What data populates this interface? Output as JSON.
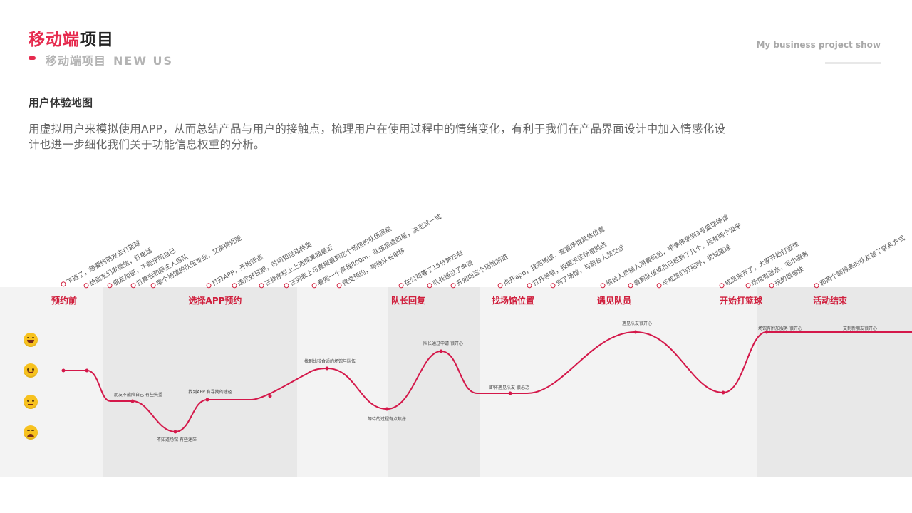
{
  "header": {
    "title_accent": "移动端",
    "title_rest": "项目",
    "subtitle_cn": "移动端项目",
    "subtitle_en": "NEW US",
    "right_text": "My business project show"
  },
  "section": {
    "title": "用户体验地图",
    "description": "用虚拟用户来模拟使用APP，从而总结产品与用户的接触点，梳理用户在使用过程中的情绪变化，有利于我们在产品界面设计中加入情感化设计也进一步细化我们关于功能信息权重的分析。"
  },
  "colors": {
    "accent": "#e62a4e",
    "curve": "#d4184a",
    "band_light": "#f3f3f3",
    "band_dark": "#e8e8e8"
  },
  "emotions": [
    "laughing-icon",
    "smiling-icon",
    "neutral-icon",
    "sad-icon"
  ],
  "phases": [
    {
      "label": "预约前"
    },
    {
      "label": "选择APP预约"
    },
    {
      "label": "队长回复"
    },
    {
      "label": "找场馆位置"
    },
    {
      "label": "遇见队员"
    },
    {
      "label": "开始打篮球"
    },
    {
      "label": "活动结束"
    }
  ],
  "touchpoints": [
    "下班了，想要约朋友去打篮球",
    "给朋友们发微信，打电话",
    "朋友加班，不能来陪自己",
    "打算去和陌生人组队",
    "哪个场馆的队伍专业，又离得近呢",
    "打开APP，开始筛选",
    "选定好日期，时间和运动种类",
    "在排序栏上上选择离我最近",
    "在列表上可直接看到这个场馆的队伍层级",
    "看到一个离我800m，队伍层级四星，决定试一试",
    "提交预约，等待队长审核",
    "在公司等了15分钟左右",
    "队长通过了申请",
    "开始向这个场馆前进",
    "点开app，找到场馆，查看场馆具体位置",
    "打开导航，按提示往场馆前进",
    "到了场馆，与前台人员交涉",
    "前台人员输入消费码后，带李伟来到3号篮球场馆",
    "看到队伍成员已经到了几个，还有两个没来",
    "与成员们打招呼，说说篮球",
    "成员来齐了，大家开始打篮球",
    "场馆有送水，毛巾服务",
    "玩的很愉快",
    "和两个聊得来的队友留了联系方式"
  ],
  "curve_labels": [
    "朋友不能陪自己  有些失望",
    "不知道场馆  有些迷茫",
    "找到APP  有寻找的途径",
    "找到比较合适的场馆与队伍",
    "等待的过程有点焦虑",
    "队长通过申请  很开心",
    "即将遇见队友  很忐忑",
    "遇见队友很开心",
    "场馆有附加服务  很开心",
    "交到新朋友很开心"
  ]
}
